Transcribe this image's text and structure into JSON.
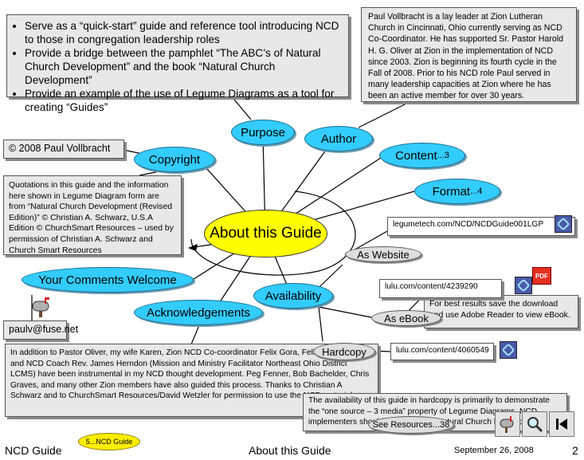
{
  "purpose_box": {
    "items": [
      "Serve as a “quick-start” guide and reference tool introducing NCD to those in congregation leadership roles",
      "Provide a bridge between the pamphlet “The ABC’s of Natural Church Development” and the book “Natural Church Development”",
      "Provide an example of the use of Legume Diagrams as a tool for creating “Guides”"
    ]
  },
  "author_box": {
    "text": "Paul Vollbracht is a lay leader at Zion Lutheran Church in Cincinnati, Ohio currently serving as NCD Co-Coordinator.  He has supported Sr. Pastor Harold H. G. Oliver at Zion in the implementation of NCD since 2003.  Zion is beginning its fourth cycle in the Fall of 2008.  Prior to his NCD role Paul served in many leadership capacities at Zion where he has been an active member for over 30 years."
  },
  "copyright_box": {
    "text": "© 2008 Paul Vollbracht"
  },
  "quote_box": {
    "text": "Quotations in this guide and the information here shown in Legume Diagram form are from “Natural Church Development (Revised Edition)” © Christian A. Schwarz, U.S.A Edition © ChurchSmart Resources – used by permission of Christian A. Schwarz and Church Smart Resources"
  },
  "email_box": {
    "text": "paulv@fuse.net"
  },
  "ack_box": {
    "text": "In addition to Pastor Oliver, my wife Karen, Zion NCD Co-coordinator Felix Gora, Felix’s wife Janet, and NCD Coach Rev. James Herndon (Mission and Ministry Facilitator Northeast Ohio District LCMS) have been instrumental in my NCD thought development.  Peg Fenner, Bob Bachelder, Chris Graves, and many other Zion members have also guided this process.  Thanks to Christian A Schwarz and to ChurchSmart Resources/David Wetzler for permission to use the NCD material."
  },
  "hardcopy_note": {
    "text": "The availability of this guide in hardcopy is primarily to demonstrate the “one source – 3 media” property of Legume Diagrams.  NCD implementers should use the book “Natural Church Development.”"
  },
  "ebook_note": {
    "text": "For best results save the download and use Adobe Reader to view eBook."
  },
  "urls": {
    "website": "legumetech.com/NCD/NCDGuide001LGP",
    "ebook": "lulu.com/content/4239290",
    "hardcopy": "lulu.com/content/4060549"
  },
  "nodes": {
    "center": "About this Guide",
    "purpose": "Purpose",
    "author": "Author",
    "content": "Content",
    "content_ref": "...3",
    "format": "Format",
    "format_ref": "...4",
    "copyright": "Copyright",
    "comments": "Your Comments Welcome",
    "availability": "Availability",
    "acknowledgements": "Acknowledgements",
    "as_website": "As Website",
    "as_ebook": "As eBook",
    "hardcopy": "Hardcopy",
    "see_resources": "See Resources...38"
  },
  "footer": {
    "left": "NCD Guide",
    "badge": "5...NCD Guide",
    "center": "About this Guide",
    "date": "September 26, 2008",
    "page": "2"
  },
  "icons": {
    "pdf_label": "PDF",
    "nav": [
      "mailbox-icon",
      "magnifier-icon",
      "first-page-icon"
    ]
  }
}
